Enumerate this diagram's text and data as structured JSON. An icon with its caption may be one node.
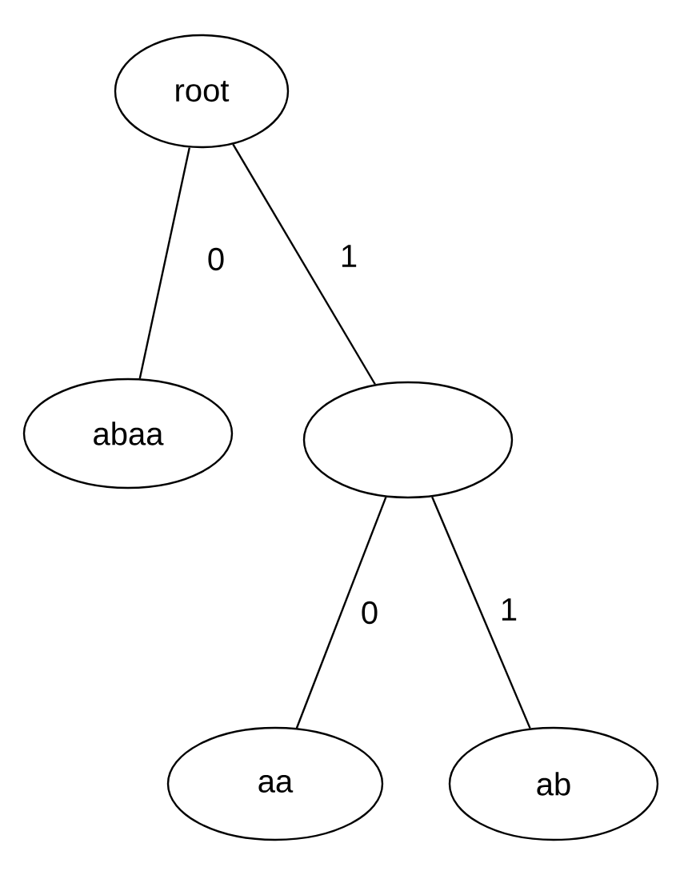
{
  "diagram": {
    "nodes": [
      {
        "text": [
          "root"
        ]
      },
      {
        "text": [
          "abaa"
        ]
      },
      {
        "text": [],
        "shape": "ellipse"
      },
      {
        "text": [
          "aa"
        ]
      },
      {
        "text": [
          "ab"
        ]
      }
    ],
    "edges": [
      {
        "from": 0,
        "to": 1,
        "arrow": "none",
        "label": "0"
      },
      {
        "from": 0,
        "to": 2,
        "arrow": "none",
        "label": "1"
      },
      {
        "from": 2,
        "to": 3,
        "arrow": "none",
        "label": "0"
      },
      {
        "from": 2,
        "to": 4,
        "arrow": "none",
        "label": "1"
      }
    ]
  }
}
